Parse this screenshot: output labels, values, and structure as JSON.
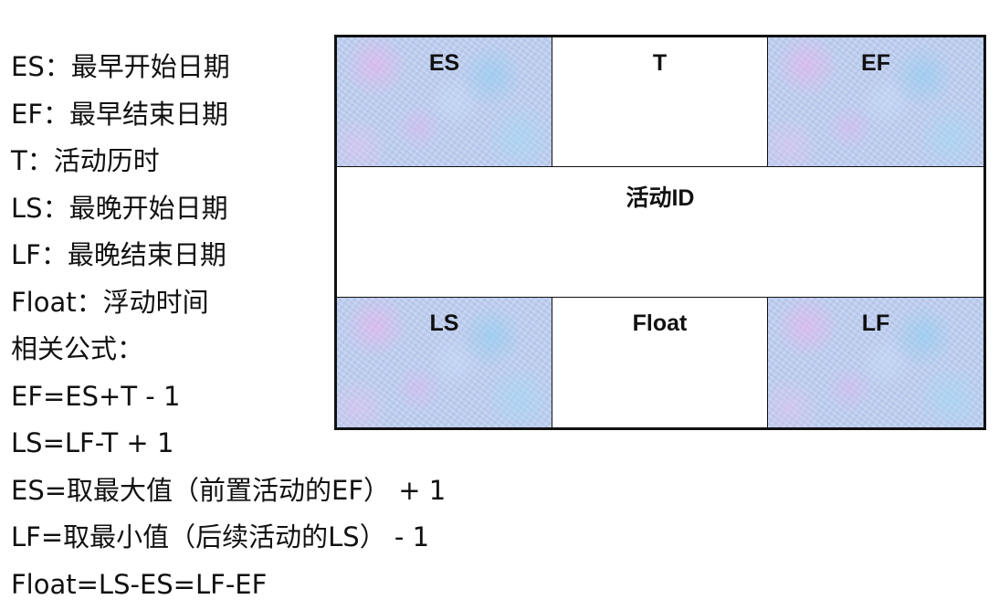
{
  "legend": [
    "ES：最早开始日期",
    "EF：最早结束日期",
    "T：活动历时",
    "LS：最晚开始日期",
    "LF：最晚结束日期",
    "Float：浮动时间",
    "相关公式：",
    "EF=ES+T - 1",
    "LS=LF-T + 1",
    "ES=取最大值（前置活动的EF） + 1",
    "LF=取最小值（后续活动的LS） - 1",
    "Float=LS-ES=LF-EF"
  ],
  "node": {
    "top_left": "ES",
    "top_middle": "T",
    "top_right": "EF",
    "center": "活动ID",
    "bottom_left": "LS",
    "bottom_middle": "Float",
    "bottom_right": "LF"
  },
  "colors": {
    "texture_base": "#bcd0ee",
    "border": "#111111"
  }
}
